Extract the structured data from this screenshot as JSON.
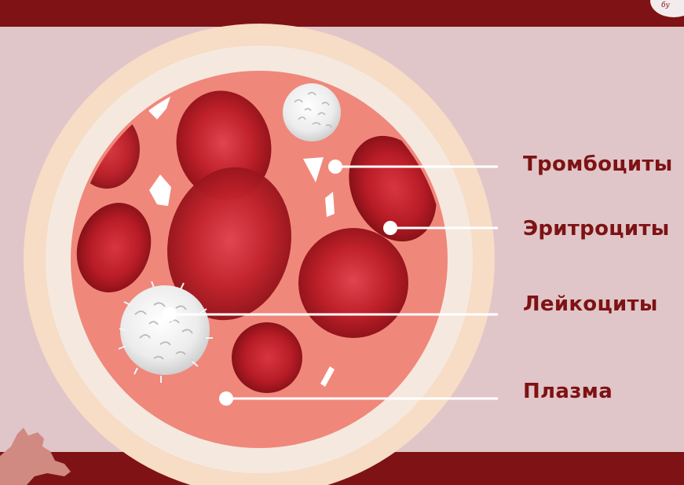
{
  "colors": {
    "brand": "#7e1214",
    "background": "#e0c6c8",
    "plasma": "#f0877b",
    "vessel_wall": "#f7dcc6",
    "erythrocyte": "#c0212a",
    "leukocyte": "#f4f4f4",
    "platelet": "#ffffff"
  },
  "labels": {
    "platelets": "Тромбоциты",
    "erythrocytes": "Эритроциты",
    "leukocytes": "Лейкоциты",
    "plasma": "Плазма"
  },
  "logo_text": "бу"
}
